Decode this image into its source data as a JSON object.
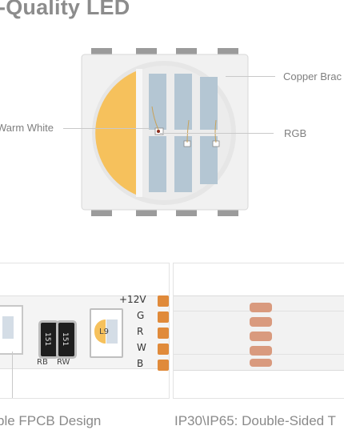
{
  "header": {
    "title": "-Quality LED"
  },
  "callouts": {
    "copper": "Copper Brac",
    "warm_white": "Warm White",
    "rgb": "RGB"
  },
  "strip": {
    "pins": [
      "+12V",
      "G",
      "R",
      "W",
      "B"
    ],
    "resistors": [
      "151",
      "151"
    ],
    "resistor_labels": [
      "RB",
      "RW"
    ],
    "led_label": "L9"
  },
  "captions": {
    "left": "ble FPCB Design",
    "right": "IP30\\IP65: Double-Sided T"
  },
  "colors": {
    "warm_white": "#f6c15c",
    "pad_copper": "#e08a3a",
    "chip_blue": "#b4c6d3"
  }
}
